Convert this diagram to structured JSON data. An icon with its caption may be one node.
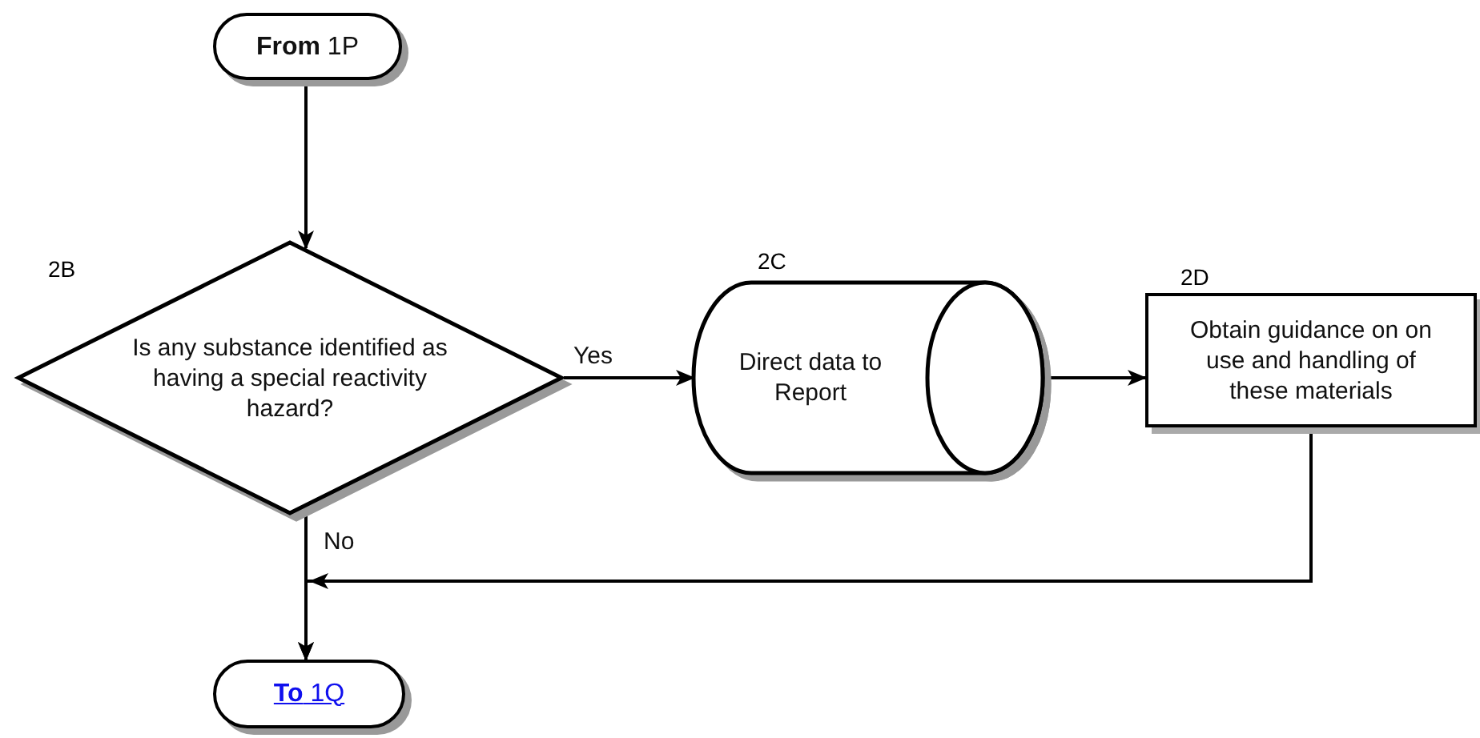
{
  "diagram": {
    "nodes": [
      {
        "text": [
          "**From** 1P"
        ]
      },
      {
        "text": [
          "Is any substance identified as having a special reactivity hazard?"
        ],
        "beside": [
          "2B"
        ]
      },
      {
        "text": [
          "Direct data to Report"
        ],
        "beside": [
          "2C"
        ]
      },
      {
        "text": [
          "Obtain guidance on on use and handling of these materials"
        ],
        "beside": [
          "2D"
        ]
      },
      {
        "text": [
          "**To** 1Q"
        ]
      }
    ],
    "edges": [
      {
        "from": 0,
        "to": 1,
        "arrow": "to"
      },
      {
        "from": 1,
        "to": 2,
        "arrow": "to",
        "label": "Yes"
      },
      {
        "from": 2,
        "to": 3,
        "arrow": "to"
      },
      {
        "from": 1,
        "to": 4,
        "arrow": "to",
        "label": "No"
      },
      {
        "from": 3,
        "to": 4,
        "arrow": "to"
      }
    ]
  }
}
